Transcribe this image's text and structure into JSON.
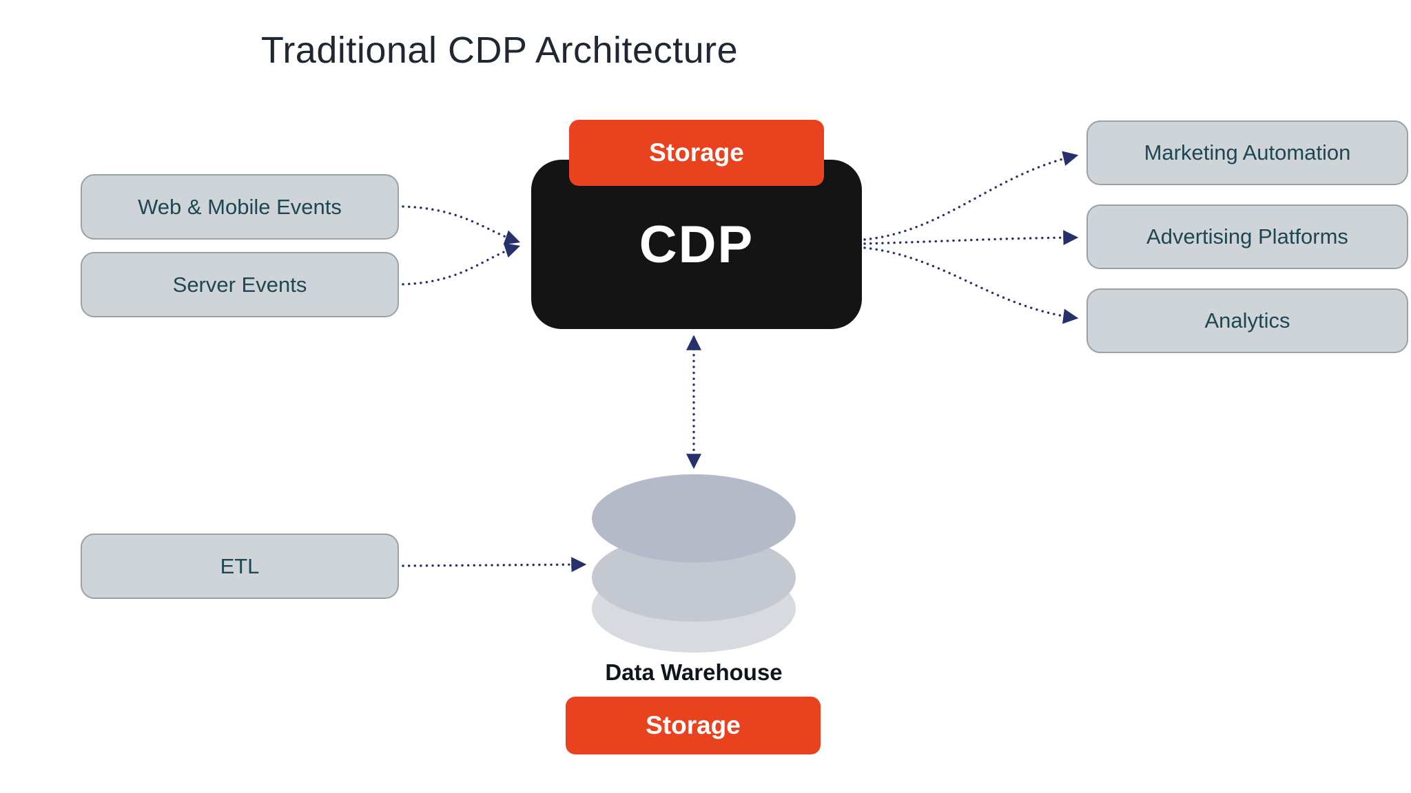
{
  "title": "Traditional CDP Architecture",
  "colors": {
    "source_dest_box_bg": "#cfd4d8",
    "source_dest_box_border": "#97a1a6",
    "source_dest_box_text": "#1d4752",
    "cdp_bg": "#141414",
    "cdp_text": "#ffffff",
    "storage_badge_bg": "#e8431e",
    "storage_badge_text": "#ffffff",
    "arrow": "#26306a",
    "cylinder_top": "#b4bac7",
    "cylinder_mid": "#c4c9d1",
    "cylinder_bottom": "#d7dade",
    "title_text": "#1f2733"
  },
  "sources": [
    {
      "label": "Web & Mobile Events"
    },
    {
      "label": "Server Events"
    },
    {
      "label": "ETL"
    }
  ],
  "cdp": {
    "label": "CDP",
    "storage_label": "Storage"
  },
  "destinations": [
    {
      "label": "Marketing Automation"
    },
    {
      "label": "Advertising Platforms"
    },
    {
      "label": "Analytics"
    }
  ],
  "warehouse": {
    "label": "Data Warehouse",
    "storage_label": "Storage"
  }
}
